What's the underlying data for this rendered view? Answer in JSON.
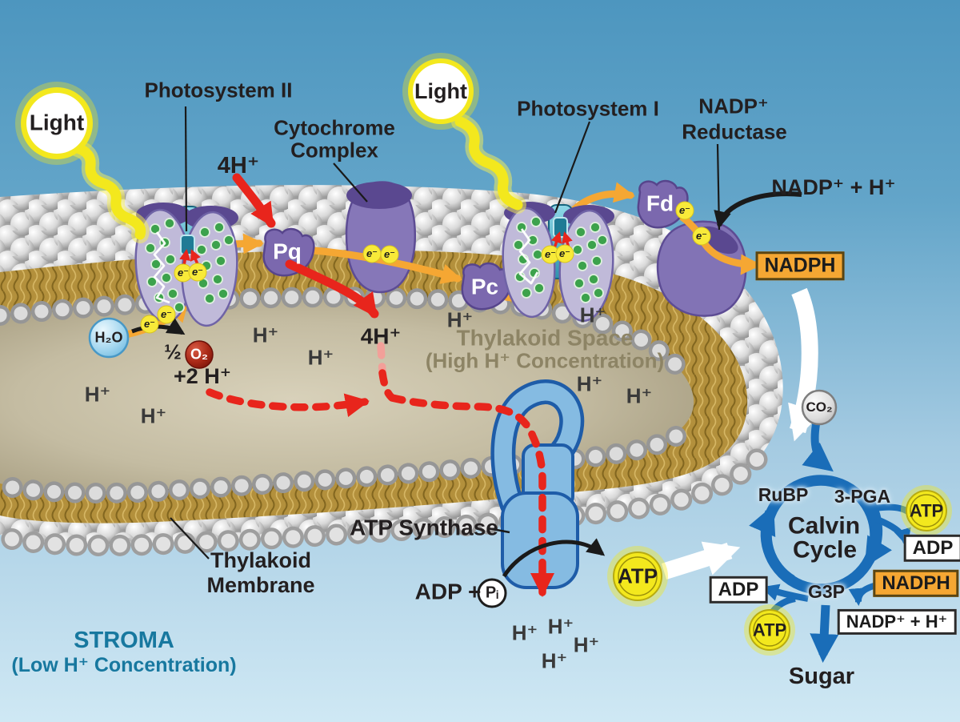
{
  "suns": {
    "label": "Light"
  },
  "photosystem2": {
    "label": "Photosystem II"
  },
  "photosystem1": {
    "label": "Photosystem I"
  },
  "cytochrome": {
    "line1": "Cytochrome",
    "line2": "Complex"
  },
  "nadp_reductase": {
    "line1": "NADP⁺",
    "line2": "Reductase"
  },
  "carriers": {
    "pq": "Pq",
    "pc": "Pc",
    "fd": "Fd"
  },
  "molecules": {
    "h2o": "H₂O",
    "half": "½",
    "o2": "O₂",
    "plus_2h": "+2 H⁺",
    "h_plus": "H⁺",
    "four_h_plus": "4H⁺",
    "electron": "e⁻",
    "co2": "CO₂",
    "pi": "Pᵢ",
    "adp_plus": "ADP +",
    "nadp_plus_h": "NADP⁺ + H⁺",
    "nadph": "NADPH",
    "atp": "ATP",
    "adp": "ADP"
  },
  "regions": {
    "thylakoid_space_line1": "Thylakoid Space",
    "thylakoid_space_line2": "(High H⁺ Concentration)",
    "stroma_line1": "STROMA",
    "stroma_line2": "(Low H⁺ Concentration)",
    "membrane_line1": "Thylakoid",
    "membrane_line2": "Membrane"
  },
  "atp_synthase": {
    "label": "ATP Synthase"
  },
  "calvin": {
    "line1": "Calvin",
    "line2": "Cycle",
    "rubp": "RuBP",
    "pga": "3-PGA",
    "g3p": "G3P",
    "sugar": "Sugar"
  },
  "colors": {
    "electron_path_orange": "#F5A733",
    "proton_red": "#E8251C",
    "calvin_blue": "#1A6DB8",
    "light_yellow": "#F3E81D",
    "protein_purple": "#7B68AE",
    "stroma_text_teal": "#17789F",
    "space_text_olive": "#8D8465",
    "membrane_gold": "#B3903C",
    "nadph_orange": "#F5A733"
  }
}
